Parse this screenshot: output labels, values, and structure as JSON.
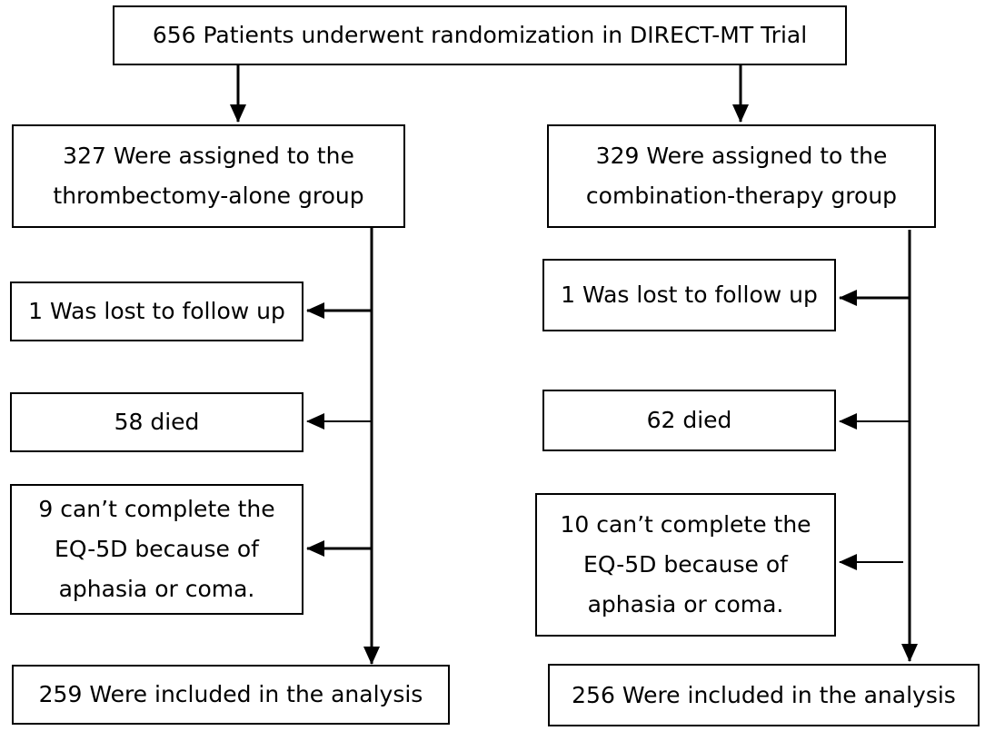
{
  "title_box": {
    "text": "656 Patients underwent randomization in DIRECT-MT Trial"
  },
  "left_arm": {
    "assigned": {
      "line1": "327 Were assigned to the",
      "line2": "thrombectomy-alone group"
    },
    "lost": {
      "text": "1 Was lost to follow up"
    },
    "died": {
      "text": "58 died"
    },
    "eq5d": {
      "line1": "9 can’t complete the",
      "line2": "EQ-5D because of",
      "line3": "aphasia or coma."
    },
    "included": {
      "text": "259 Were included in the analysis"
    }
  },
  "right_arm": {
    "assigned": {
      "line1": "329 Were assigned to the",
      "line2": "combination-therapy group"
    },
    "lost": {
      "text": "1 Was lost to follow up"
    },
    "died": {
      "text": "62 died"
    },
    "eq5d": {
      "line1": "10 can’t complete the",
      "line2": "EQ-5D because of",
      "line3": "aphasia or coma."
    },
    "included": {
      "text": "256 Were included in the analysis"
    }
  }
}
